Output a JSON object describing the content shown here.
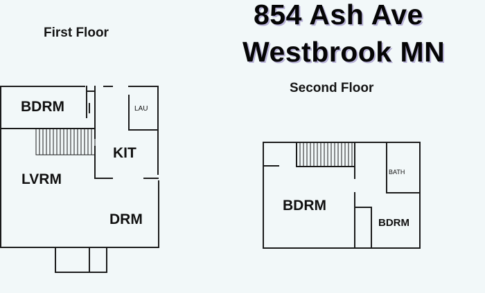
{
  "address": {
    "street": "854 Ash Ave",
    "city": "Westbrook MN"
  },
  "floors": {
    "first": {
      "label": "First Floor",
      "rooms": {
        "bedroom": "BDRM",
        "laundry": "LAU",
        "kitchen": "KIT",
        "living_room": "LVRM",
        "dining_room": "DRM"
      }
    },
    "second": {
      "label": "Second Floor",
      "rooms": {
        "bath": "BATH",
        "bedroom_main": "BDRM",
        "bedroom_small": "BDRM"
      }
    }
  },
  "colors": {
    "background": "#f2f8f9",
    "walls": "#1a1a1a",
    "title_shadow": "#b8b2d8"
  }
}
